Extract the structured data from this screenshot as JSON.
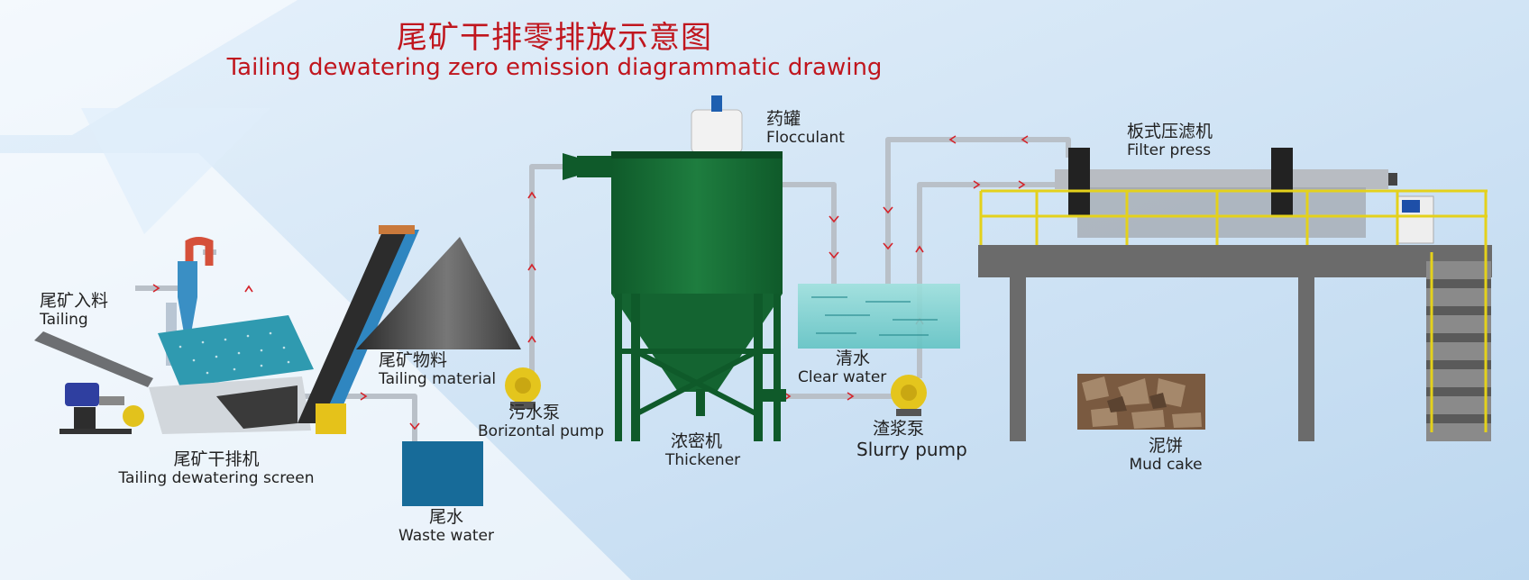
{
  "title": {
    "cn": "尾矿干排零排放示意图",
    "en": "Tailing dewatering zero emission diagrammatic drawing"
  },
  "labels": {
    "tailing_feed": {
      "cn": "尾矿入料",
      "en": "Tailing"
    },
    "tailing_material": {
      "cn": "尾矿物料",
      "en": "Tailing material"
    },
    "dewatering_screen": {
      "cn": "尾矿干排机",
      "en": "Tailing dewatering screen"
    },
    "waste_water": {
      "cn": "尾水",
      "en": "Waste water"
    },
    "sewage_pump": {
      "cn": "污水泵",
      "en": "Borizontal pump"
    },
    "flocculant": {
      "cn": "药罐",
      "en": "Flocculant"
    },
    "thickener": {
      "cn": "浓密机",
      "en": "Thickener"
    },
    "clear_water": {
      "cn": "清水",
      "en": "Clear water"
    },
    "slurry_pump": {
      "cn": "渣浆泵",
      "en": "Slurry pump"
    },
    "filter_press": {
      "cn": "板式压滤机",
      "en": "Filter press"
    },
    "mud_cake": {
      "cn": "泥饼",
      "en": "Mud cake"
    }
  },
  "colors": {
    "title_red": "#c0161e",
    "thickener_green": "#166b33",
    "pipe_gray": "#b9c0c8",
    "flow_arrow_red": "#d4232b",
    "water_cyan": "#7fd1d0",
    "waste_water_blue": "#176b99",
    "railing_yellow": "#e4d11b",
    "platform_gray": "#6b6b6b"
  }
}
